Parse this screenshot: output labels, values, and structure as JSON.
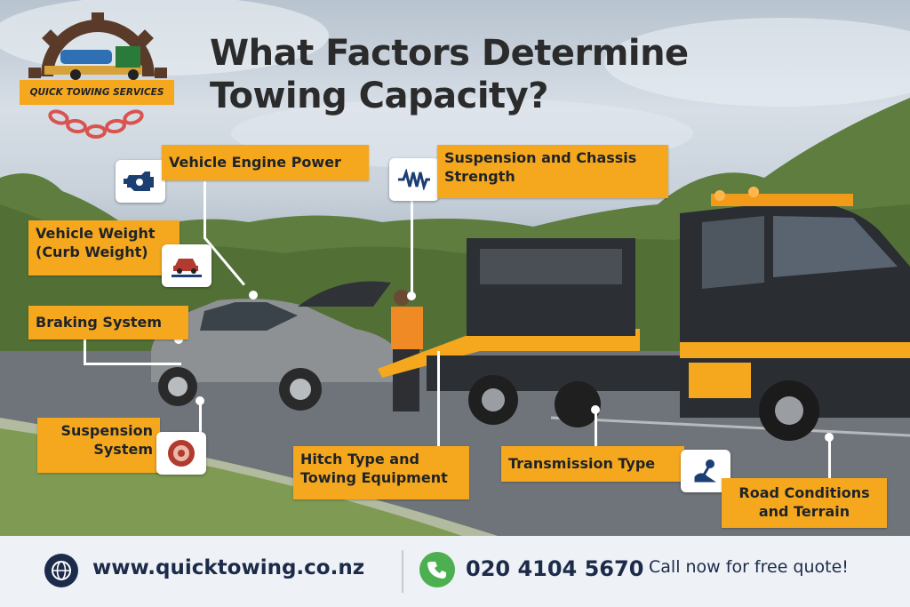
{
  "logo": {
    "text": "QUICK TOWING SERVICES"
  },
  "title": {
    "line1": "What Factors Determine",
    "line2": "Towing Capacity?"
  },
  "factors": {
    "engine": "Vehicle Engine Power",
    "suspension_chassis_1": "Suspension and Chassis",
    "suspension_chassis_2": "Strength",
    "weight_1": "Vehicle Weight",
    "weight_2": "(Curb Weight)",
    "braking": "Braking System",
    "suspension_1": "Suspension",
    "suspension_2": "System",
    "hitch_1": "Hitch Type and",
    "hitch_2": "Towing Equipment",
    "transmission": "Transmission Type",
    "road_1": "Road Conditions",
    "road_2": "and Terrain"
  },
  "icons": {
    "engine": "engine-icon",
    "suspension_chassis": "suspension-spring-icon",
    "weight": "car-on-scale-icon",
    "suspension": "brake-disc-icon",
    "transmission": "gear-shifter-icon",
    "footer_web": "globe-icon",
    "footer_phone": "phone-icon"
  },
  "footer": {
    "website": "www.quicktowing.co.nz",
    "phone": "020 4104 5670",
    "cta": "Call now for free quote!"
  },
  "colors": {
    "accent": "#f5a81e",
    "navy": "#1c2b4a",
    "green": "#4caf50",
    "logo_gear": "#5a3b2a"
  }
}
